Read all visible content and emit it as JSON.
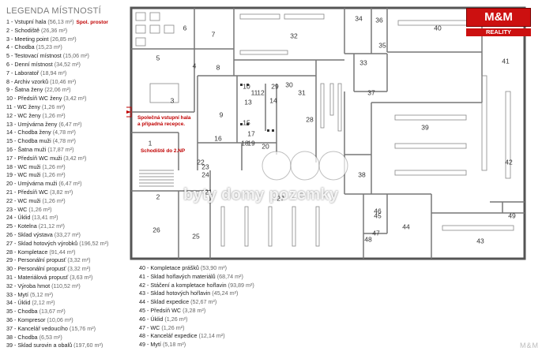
{
  "legend": {
    "title": "LEGENDA MÍSTNOSTÍ",
    "items": [
      {
        "no": "1",
        "name": "Vstupní hala",
        "area": "(56,13 m²)",
        "extra": "Spol. prostor"
      },
      {
        "no": "2",
        "name": "Schodiště",
        "area": "(26,36 m²)"
      },
      {
        "no": "3",
        "name": "Meeting point",
        "area": "(26,85 m²)"
      },
      {
        "no": "4",
        "name": "Chodba",
        "area": "(15,23 m²)"
      },
      {
        "no": "5",
        "name": "Testovací místnost",
        "area": "(15,06 m²)"
      },
      {
        "no": "6",
        "name": "Denní místnost",
        "area": "(34,52 m²)"
      },
      {
        "no": "7",
        "name": "Laboratoř",
        "area": "(18,94 m²)"
      },
      {
        "no": "8",
        "name": "Archiv vzorků",
        "area": "(10,46 m²)"
      },
      {
        "no": "9",
        "name": "Šatna ženy",
        "area": "(22,06 m²)"
      },
      {
        "no": "10",
        "name": "Předsíň WC ženy",
        "area": "(3,42 m²)"
      },
      {
        "no": "11",
        "name": "WC ženy",
        "area": "(1,26 m²)"
      },
      {
        "no": "12",
        "name": "WC ženy",
        "area": "(1,26 m²)"
      },
      {
        "no": "13",
        "name": "Umývárna ženy",
        "area": "(6,47 m²)"
      },
      {
        "no": "14",
        "name": "Chodba ženy",
        "area": "(4,78 m²)"
      },
      {
        "no": "15",
        "name": "Chodba muži",
        "area": "(4,78 m²)"
      },
      {
        "no": "16",
        "name": "Šatna muži",
        "area": "(17,87 m²)"
      },
      {
        "no": "17",
        "name": "Předsíň WC muži",
        "area": "(3,42 m²)"
      },
      {
        "no": "18",
        "name": "WC muži",
        "area": "(1,26 m²)"
      },
      {
        "no": "19",
        "name": "WC muži",
        "area": "(1,26 m²)"
      },
      {
        "no": "20",
        "name": "Umývárna muži",
        "area": "(6,47 m²)"
      },
      {
        "no": "21",
        "name": "Předsíň WC",
        "area": "(3,82 m²)"
      },
      {
        "no": "22",
        "name": "WC muži",
        "area": "(1,26 m²)"
      },
      {
        "no": "23",
        "name": "WC",
        "area": "(1,26 m²)"
      },
      {
        "no": "24",
        "name": "Úklid",
        "area": "(13,41 m²)"
      },
      {
        "no": "25",
        "name": "Kotelna",
        "area": "(21,12 m²)"
      },
      {
        "no": "26",
        "name": "Sklad výstava",
        "area": "(33,27 m²)"
      },
      {
        "no": "27",
        "name": "Sklad hotových výrobků",
        "area": "(196,52 m²)"
      },
      {
        "no": "28",
        "name": "Kompletace",
        "area": "(91,44 m²)"
      },
      {
        "no": "29",
        "name": "Personální propusť",
        "area": "(3,32 m²)"
      },
      {
        "no": "30",
        "name": "Personální propusť",
        "area": "(3,32 m²)"
      },
      {
        "no": "31",
        "name": "Materiálová propusť",
        "area": "(3,63 m²)"
      },
      {
        "no": "32",
        "name": "Výroba hmot",
        "area": "(110,52 m²)"
      },
      {
        "no": "33",
        "name": "Mytí",
        "area": "(5,12 m²)"
      },
      {
        "no": "34",
        "name": "Úklid",
        "area": "(2,12 m²)"
      },
      {
        "no": "35",
        "name": "Chodba",
        "area": "(13,67 m²)"
      },
      {
        "no": "36",
        "name": "Kompresor",
        "area": "(10,06 m²)"
      },
      {
        "no": "37",
        "name": "Kancelář vedoucího",
        "area": "(15,76 m²)"
      },
      {
        "no": "38",
        "name": "Chodba",
        "area": "(6,53 m²)"
      },
      {
        "no": "39",
        "name": "Sklad surovin a obalů",
        "area": "(197,60 m²)"
      }
    ],
    "items2": [
      {
        "no": "40",
        "name": "Kompletace prášků",
        "area": "(53,90 m²)"
      },
      {
        "no": "41",
        "name": "Sklad hořlavých materiálů",
        "area": "(68,74 m²)"
      },
      {
        "no": "42",
        "name": "Stáčení a kompletace hořlavin",
        "area": "(93,89 m²)"
      },
      {
        "no": "43",
        "name": "Sklad hotových hořlavin",
        "area": "(45,24 m²)"
      },
      {
        "no": "44",
        "name": "Sklad expedice",
        "area": "(52,67 m²)"
      },
      {
        "no": "45",
        "name": "Předsíň WC",
        "area": "(3,28 m²)"
      },
      {
        "no": "46",
        "name": "Úklid",
        "area": "(1,26 m²)"
      },
      {
        "no": "47",
        "name": "WC",
        "area": "(1,26 m²)"
      },
      {
        "no": "48",
        "name": "Kancelář expedice",
        "area": "(12,14 m²)"
      },
      {
        "no": "49",
        "name": "Mytí",
        "area": "(5,18 m²)"
      }
    ]
  },
  "plan": {
    "room_labels": [
      "1",
      "2",
      "3",
      "4",
      "5",
      "6",
      "7",
      "8",
      "9",
      "10",
      "11",
      "12",
      "13",
      "14",
      "15",
      "16",
      "17",
      "18",
      "19",
      "20",
      "21",
      "22",
      "23",
      "24",
      "25",
      "26",
      "27",
      "28",
      "29",
      "30",
      "31",
      "32",
      "33",
      "34",
      "35",
      "36",
      "37",
      "38",
      "39",
      "40",
      "41",
      "42",
      "43",
      "44",
      "45",
      "46",
      "47",
      "48",
      "49"
    ],
    "note_hall": "Společná vstupní hala\na případná recepce.",
    "note_stairs": "Schodiště do 2.NP"
  },
  "branding": {
    "logo_top": "M&M",
    "logo_bottom": "REALITY",
    "watermark": "byty domy pozemky",
    "corner_mark": "M&M"
  },
  "colors": {
    "wall": "#555555",
    "accent": "#cc1010",
    "note": "#c00000"
  }
}
